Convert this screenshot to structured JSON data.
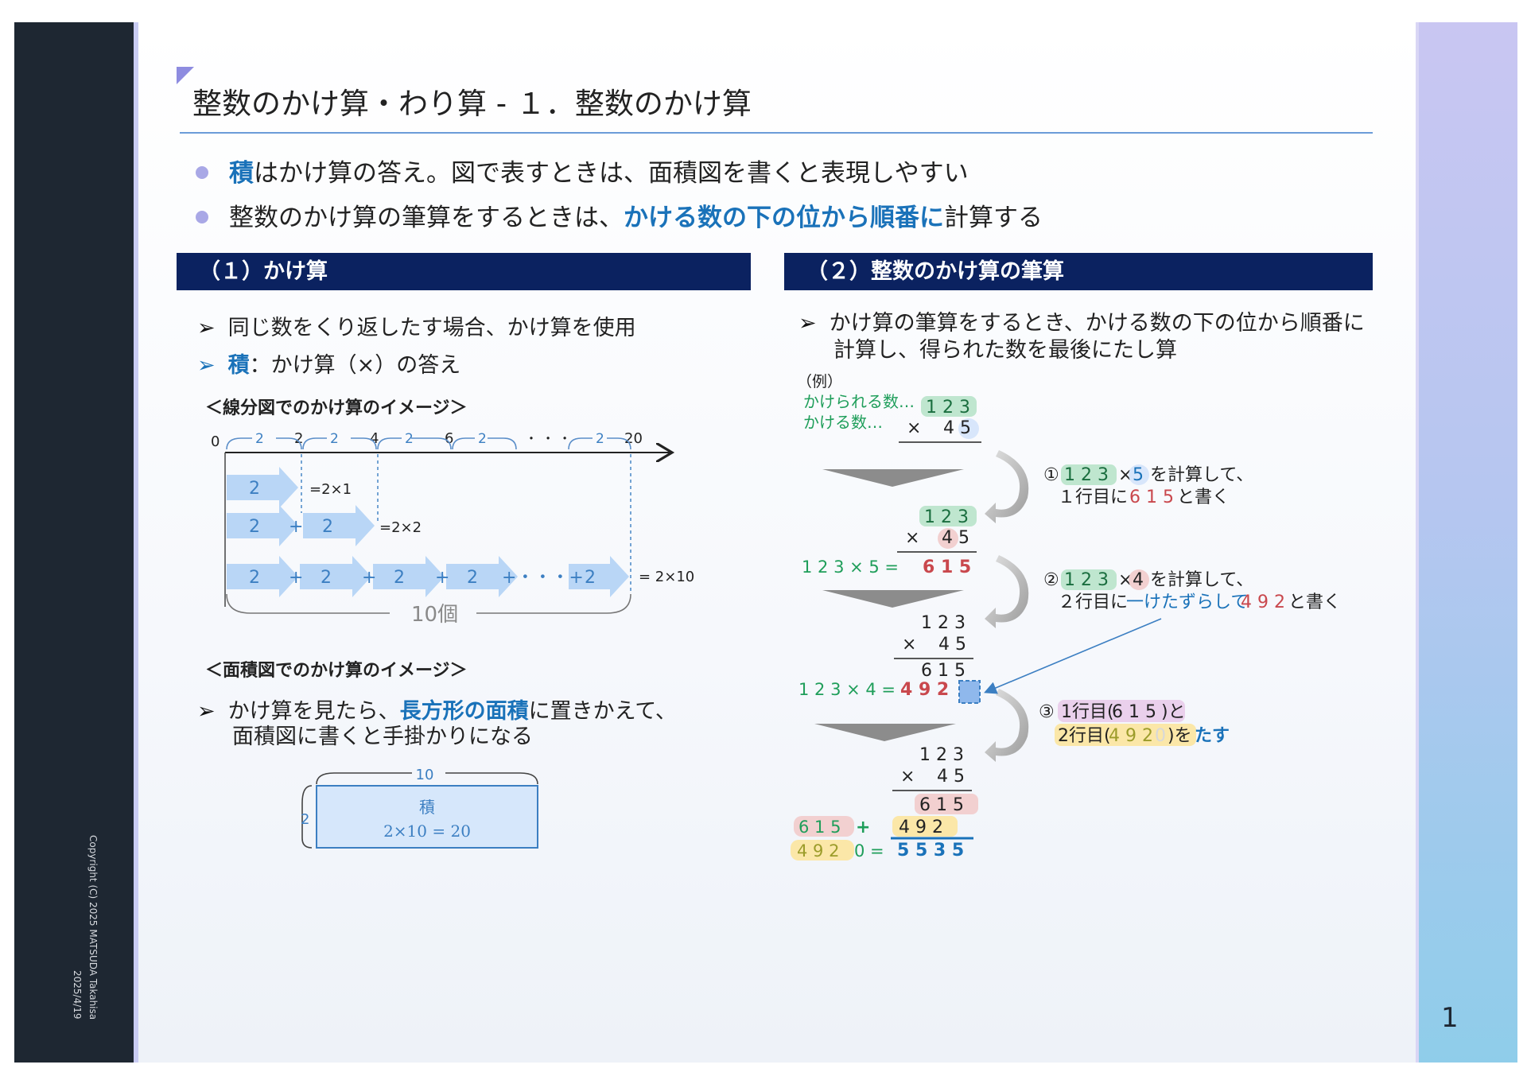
{
  "title": "整数のかけ算・わり算 - １．整数のかけ算",
  "page_number": "1",
  "copyright": "Copyright (C) 2025 MATSUDA Takahisa",
  "date": "2025/4/19",
  "bullets": [
    {
      "hl": "積",
      "rest": "はかけ算の答え。図で表すときは、面積図を書くと表現しやすい"
    },
    {
      "pre": "整数のかけ算の筆算をするときは、",
      "hl": "かける数の下の位から順番に",
      "post": "計算する"
    }
  ],
  "section1": {
    "header": "（１）かけ算",
    "item1": "同じ数をくり返したす場合、かけ算を使用",
    "item2_hl": "積",
    "item2_rest": "：かけ算（×）の答え",
    "line_heading": "＜線分図でのかけ算のイメージ＞",
    "area_heading": "＜面積図でのかけ算のイメージ＞",
    "item3_pre": "かけ算を見たら、",
    "item3_hl": "長方形の面積",
    "item3_post": "に置きかえて、",
    "item3_line2": "面積図に書くと手掛かりになる",
    "line_diagram": {
      "axis_labels": [
        "0",
        "2",
        "4",
        "6",
        "20"
      ],
      "segment_label": "2",
      "dots": "・ ・ ・",
      "row1_label": "=2×1",
      "row2_label": "=2×2",
      "row3_label": "= 2×10",
      "arrow_value": "2",
      "plus": "+",
      "ellipsis": "+・・・+",
      "count_label": "10個"
    },
    "area_diagram": {
      "width_label": "10",
      "height_label": "2",
      "inner_title": "積",
      "inner_formula": "2×10 = 20"
    }
  },
  "section2": {
    "header": "（２）整数のかけ算の筆算",
    "item1_line1": "かけ算の筆算をするとき、かける数の下の位から順番に",
    "item1_line2": "計算し、得られた数を最後にたし算",
    "example": "（例）",
    "multiplicand_label": "かけられる数…",
    "multiplier_label": "かける数…",
    "multiplicand": "1 2 3",
    "multiplier_digits": "4 5",
    "times": "×",
    "step1_line1_num": "①",
    "step1_line1_a": "1 2 3",
    "step1_line1_b": "×",
    "step1_line1_c": "5",
    "step1_line1_d": "を計算して、",
    "step1_line2_a": "１行目に",
    "step1_line2_b": "6 1 5",
    "step1_line2_c": "と書く",
    "step2_line1_num": "②",
    "step2_line1_a": "1 2 3",
    "step2_line1_b": "×",
    "step2_line1_c": "4",
    "step2_line1_d": "を計算して、",
    "step2_line2_a": "２行目に",
    "step2_line2_b": "一けたずらして",
    "step2_line2_c": "4 9 2",
    "step2_line2_d": "と書く",
    "step3_num": "③",
    "step3_line1_a": "1行目(",
    "step3_line1_b": "6 1 5",
    "step3_line1_c": ")と",
    "step3_line2_a": "2行目(",
    "step3_line2_b": "4 9 2",
    "step3_line2_c": "0",
    "step3_line2_d": ")を",
    "step3_line2_e": "たす",
    "calc1_left": "1 2 3 × 5 =",
    "calc1_result": "6 1 5",
    "calc2_left": "1 2 3 × 4 =",
    "calc2_result": "4 9 2",
    "row_615": "6 1 5",
    "row_492": "4 9 2",
    "result": "5 5 3 5",
    "sum_a": "6 1 5",
    "sum_plus": "+",
    "sum_b": "4 9 2",
    "sum_b_zero": "0 =",
    "colors": {
      "green": "#1f9e5a",
      "red": "#c9484d",
      "blue": "#1a72b9",
      "olive": "#9c9c2a"
    }
  }
}
